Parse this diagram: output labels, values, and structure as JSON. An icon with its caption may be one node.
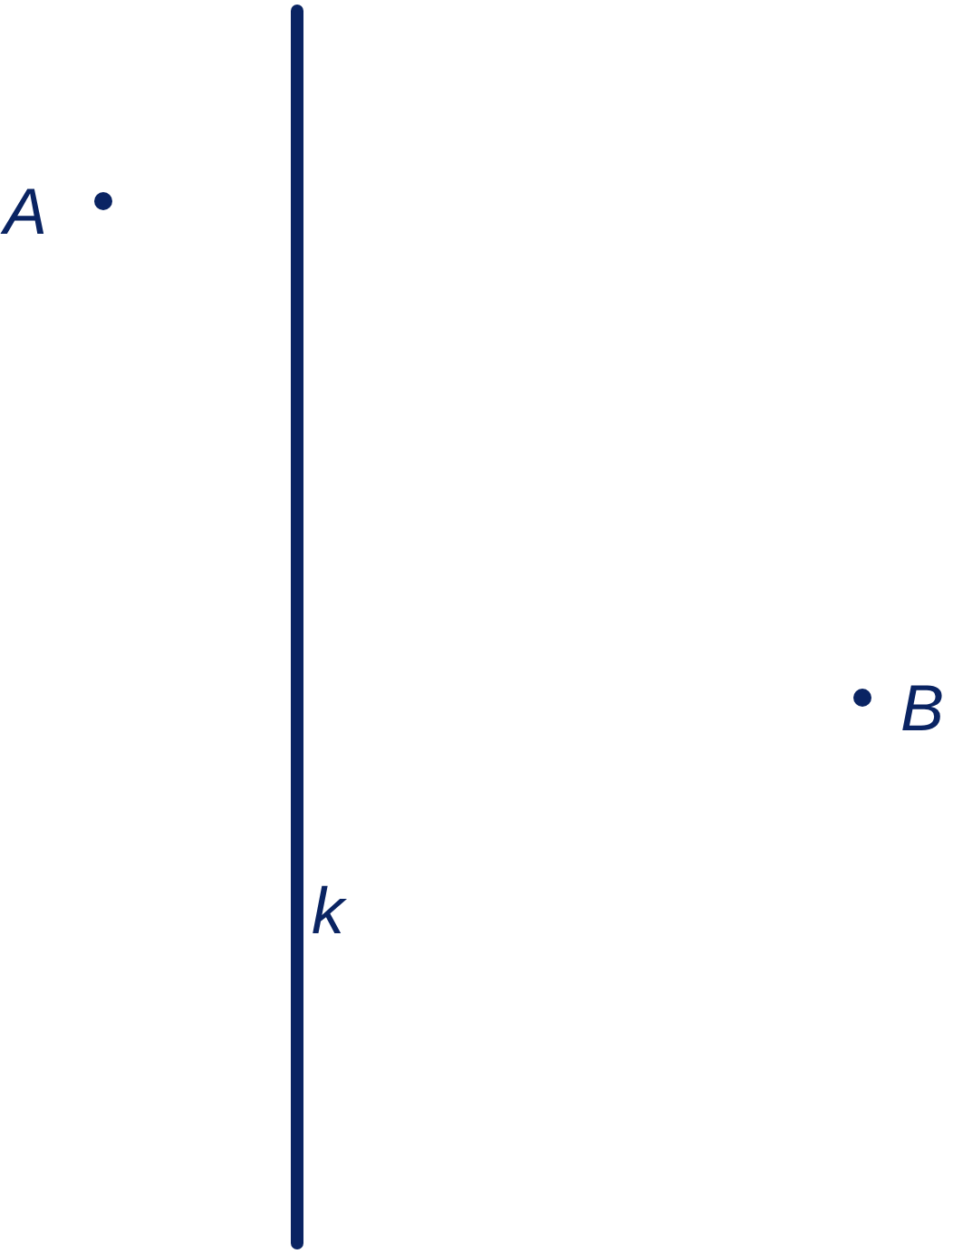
{
  "diagram": {
    "labels": [
      "A",
      "B",
      "k"
    ]
  }
}
